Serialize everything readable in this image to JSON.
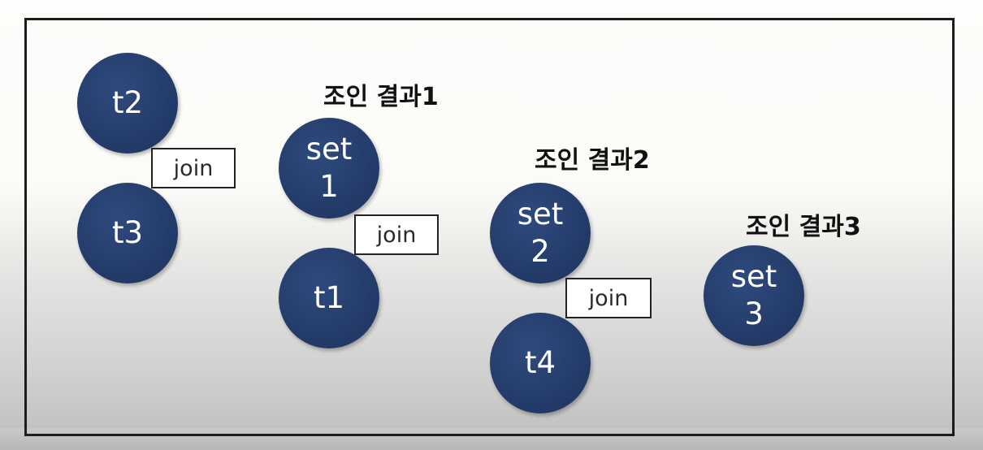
{
  "diagram": {
    "nodes": {
      "t2": "t2",
      "t3": "t3",
      "set1": "set\n1",
      "t1": "t1",
      "set2": "set\n2",
      "t4": "t4",
      "set3": "set\n3"
    },
    "operators": {
      "join1": "join",
      "join2": "join",
      "join3": "join"
    },
    "results": {
      "result1": "조인 결과1",
      "result2": "조인 결과2",
      "result3": "조인 결과3"
    },
    "colors": {
      "node_fill": "#243c6a",
      "node_text": "#ffffff",
      "frame_border": "#1c1c1c"
    }
  }
}
